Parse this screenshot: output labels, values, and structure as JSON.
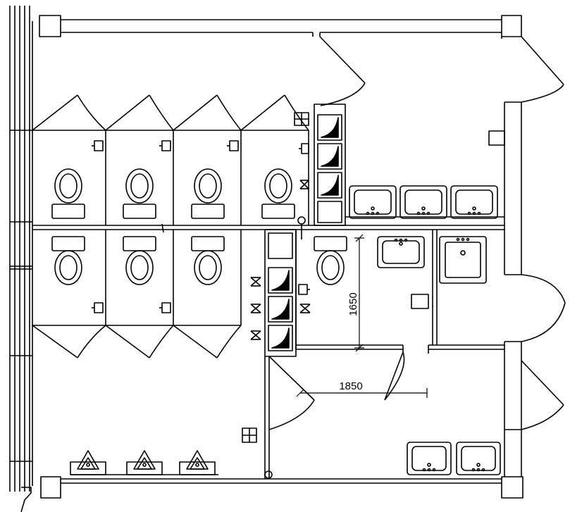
{
  "diagram": {
    "dimensions": {
      "vertical_label": "1650",
      "horizontal_label": "1850"
    },
    "fixtures": {
      "toilets_upper_row": 4,
      "toilets_lower_row": 3,
      "accessible_toilet": 1,
      "urinals_upper_bank": 4,
      "urinals_lower_bank": 4,
      "washbasins_upper_row": 3,
      "washbasins_lower_row": 2,
      "washbasin_small_room": 1,
      "mop_sink": 1,
      "squat_urinals_bottom": 3
    }
  }
}
